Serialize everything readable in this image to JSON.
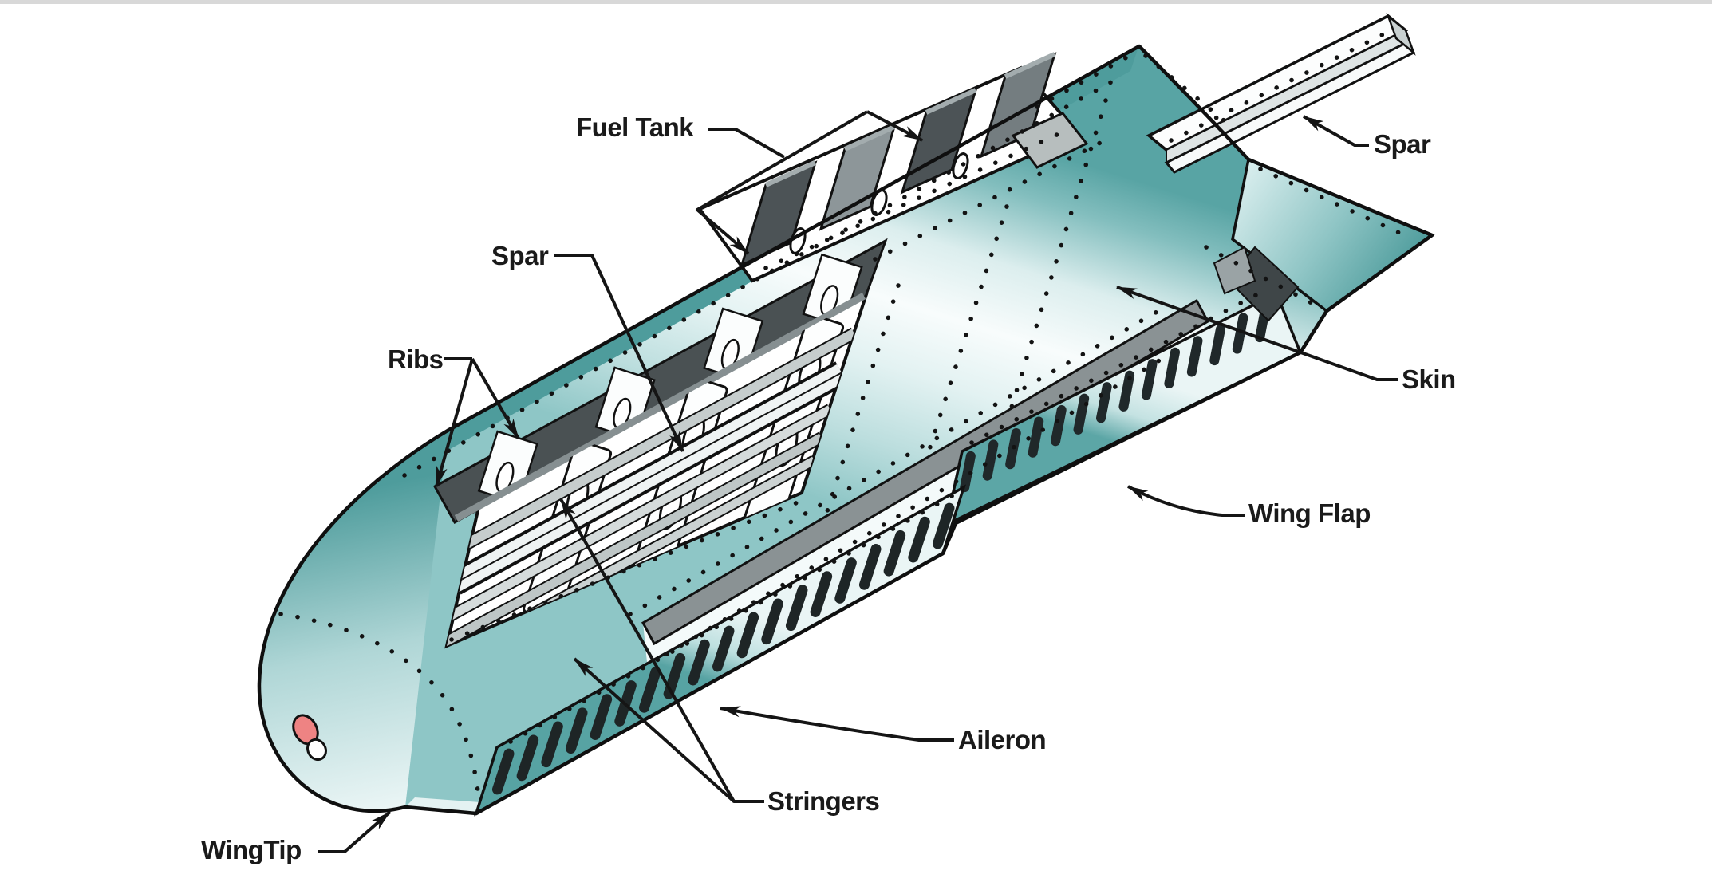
{
  "page": {
    "background": "#FFFFFF",
    "top_bar_color": "#D8D8D8"
  },
  "diagram": {
    "name": "Aircraft wing structure cutaway illustration",
    "labels": {
      "fuel_tank": "Fuel Tank",
      "spar_top": "Spar",
      "spar_mid": "Spar",
      "ribs": "Ribs",
      "skin": "Skin",
      "wing_flap": "Wing Flap",
      "aileron": "Aileron",
      "stringers": "Stringers",
      "wingtip": "WingTip"
    },
    "colors": {
      "teal_dark": "#4E9C9C",
      "teal_mid": "#9FCFCF",
      "teal_light": "#F4FAFA",
      "gray_dark": "#4A5153",
      "gray_mid": "#8A9294",
      "gray_light": "#C9D0D0",
      "outline": "#111111",
      "label_text": "#1A1A1A",
      "nav_light": "#EE8383"
    }
  }
}
